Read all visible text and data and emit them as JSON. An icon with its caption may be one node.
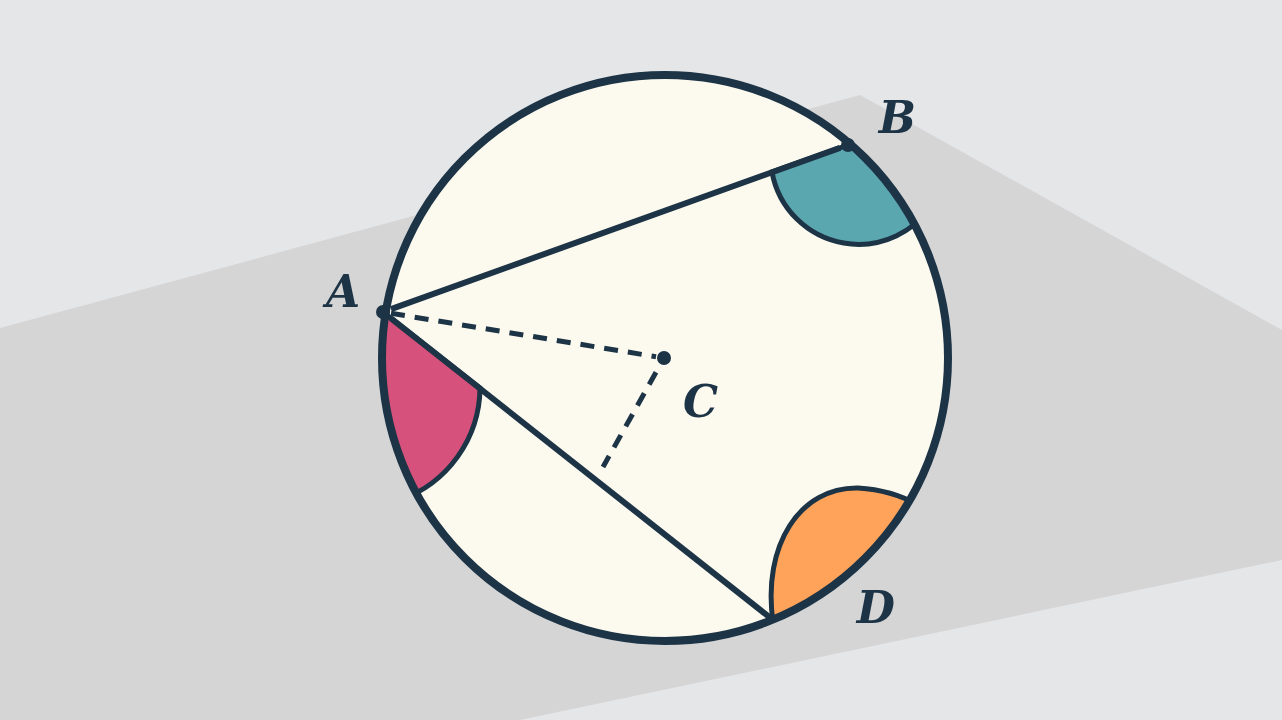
{
  "diagram": {
    "nodes": [
      {
        "text": [
          "A"
        ]
      },
      {
        "text": [
          "B"
        ]
      },
      {
        "text": [
          "C"
        ]
      },
      {
        "text": [
          "D"
        ]
      }
    ],
    "edges": [
      {
        "from": 0,
        "to": 1,
        "arrow": "none"
      },
      {
        "from": 0,
        "to": 3,
        "arrow": "none"
      },
      {
        "from": 0,
        "to": 2,
        "arrow": "none",
        "style": "dashed"
      },
      {
        "from": 2,
        "to": null,
        "arrow": "none",
        "style": "dashed"
      }
    ]
  }
}
